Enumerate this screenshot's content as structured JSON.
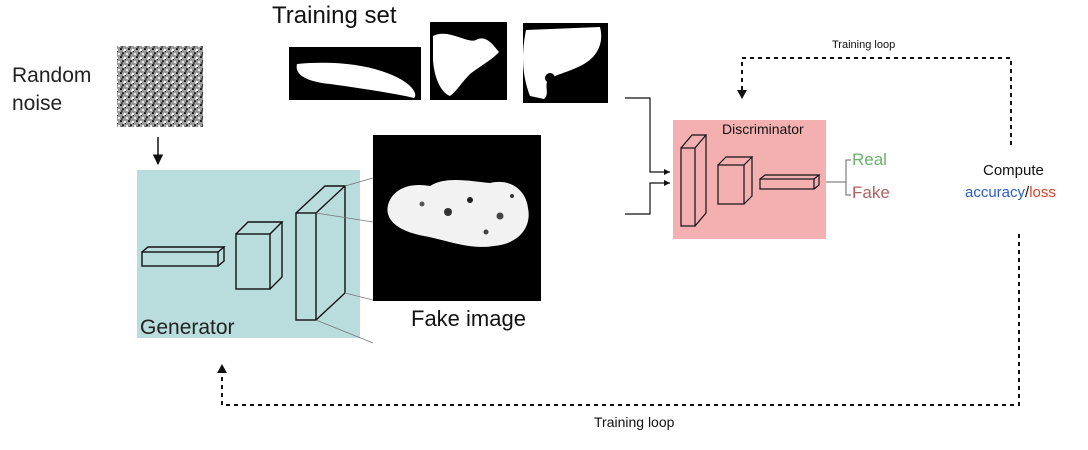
{
  "labels": {
    "random_noise": "Random\nnoise",
    "training_set": "Training set",
    "fake_image": "Fake image",
    "generator": "Generator",
    "discriminator": "Discriminator",
    "real": "Real",
    "fake": "Fake",
    "compute": "Compute",
    "accuracy": "accuracy",
    "slash": "/",
    "loss": "loss",
    "training_loop_top": "Training loop",
    "training_loop_bottom": "Training loop"
  },
  "colors": {
    "generator_bg": "#b9dcdc",
    "discriminator_bg": "#f4b0b0",
    "real": "#6bb36b",
    "fake": "#b36060",
    "accuracy": "#2c5cc8",
    "loss": "#e2402a"
  },
  "icons": {
    "noise": "random-noise-texture",
    "cuboid": "3d-layer-cuboid",
    "loop_arrow": "dashed-arrow"
  }
}
